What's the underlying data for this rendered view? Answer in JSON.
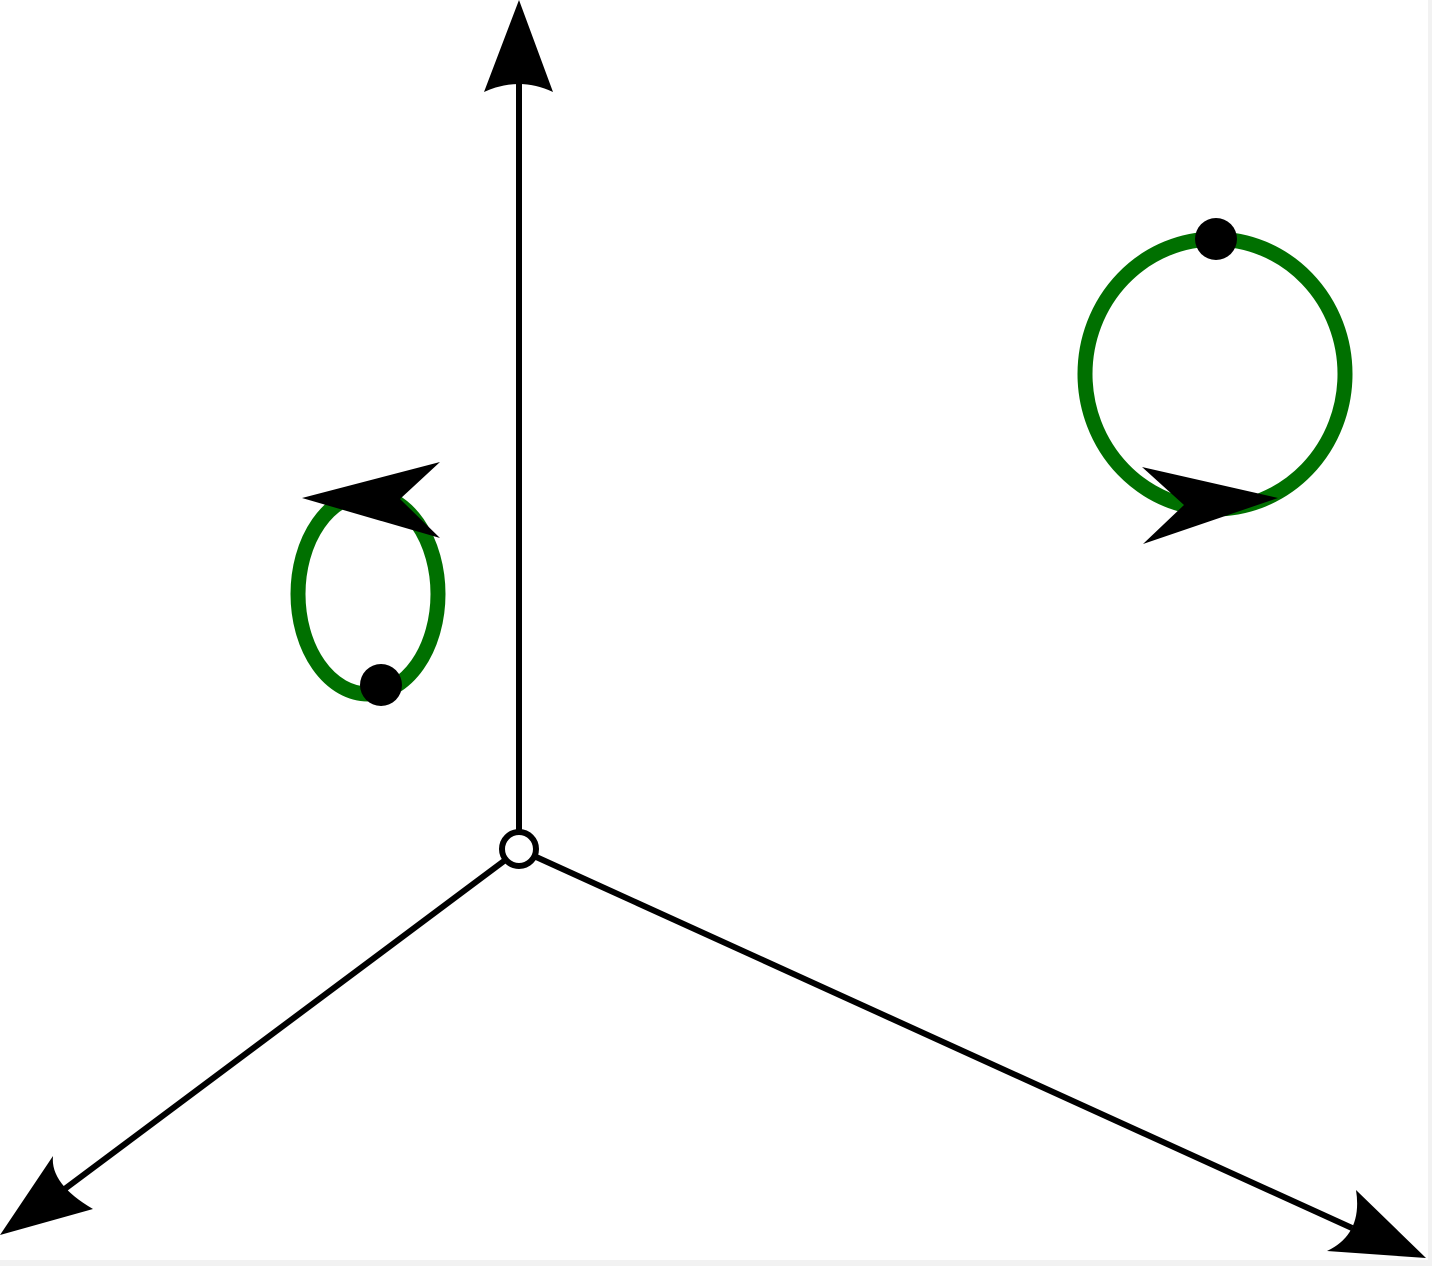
{
  "diagram": {
    "axes": [
      {
        "id": "vertical-axis",
        "direction": "up"
      },
      {
        "id": "left-axis",
        "direction": "down-left"
      },
      {
        "id": "right-axis",
        "direction": "down-right"
      }
    ],
    "loops": [
      {
        "id": "small-loop",
        "rotation_arrow": "left",
        "marker": "bottom"
      },
      {
        "id": "large-loop",
        "rotation_arrow": "right",
        "marker": "top"
      }
    ]
  },
  "colors": {
    "background": "#ffffff",
    "axis": "#000000",
    "loop": "#007000",
    "marker": "#000000",
    "origin_fill": "#ffffff"
  },
  "icons": {
    "origin": "hollow-circle-icon",
    "arrowhead": "arrowhead-icon",
    "marker": "filled-dot-icon"
  }
}
